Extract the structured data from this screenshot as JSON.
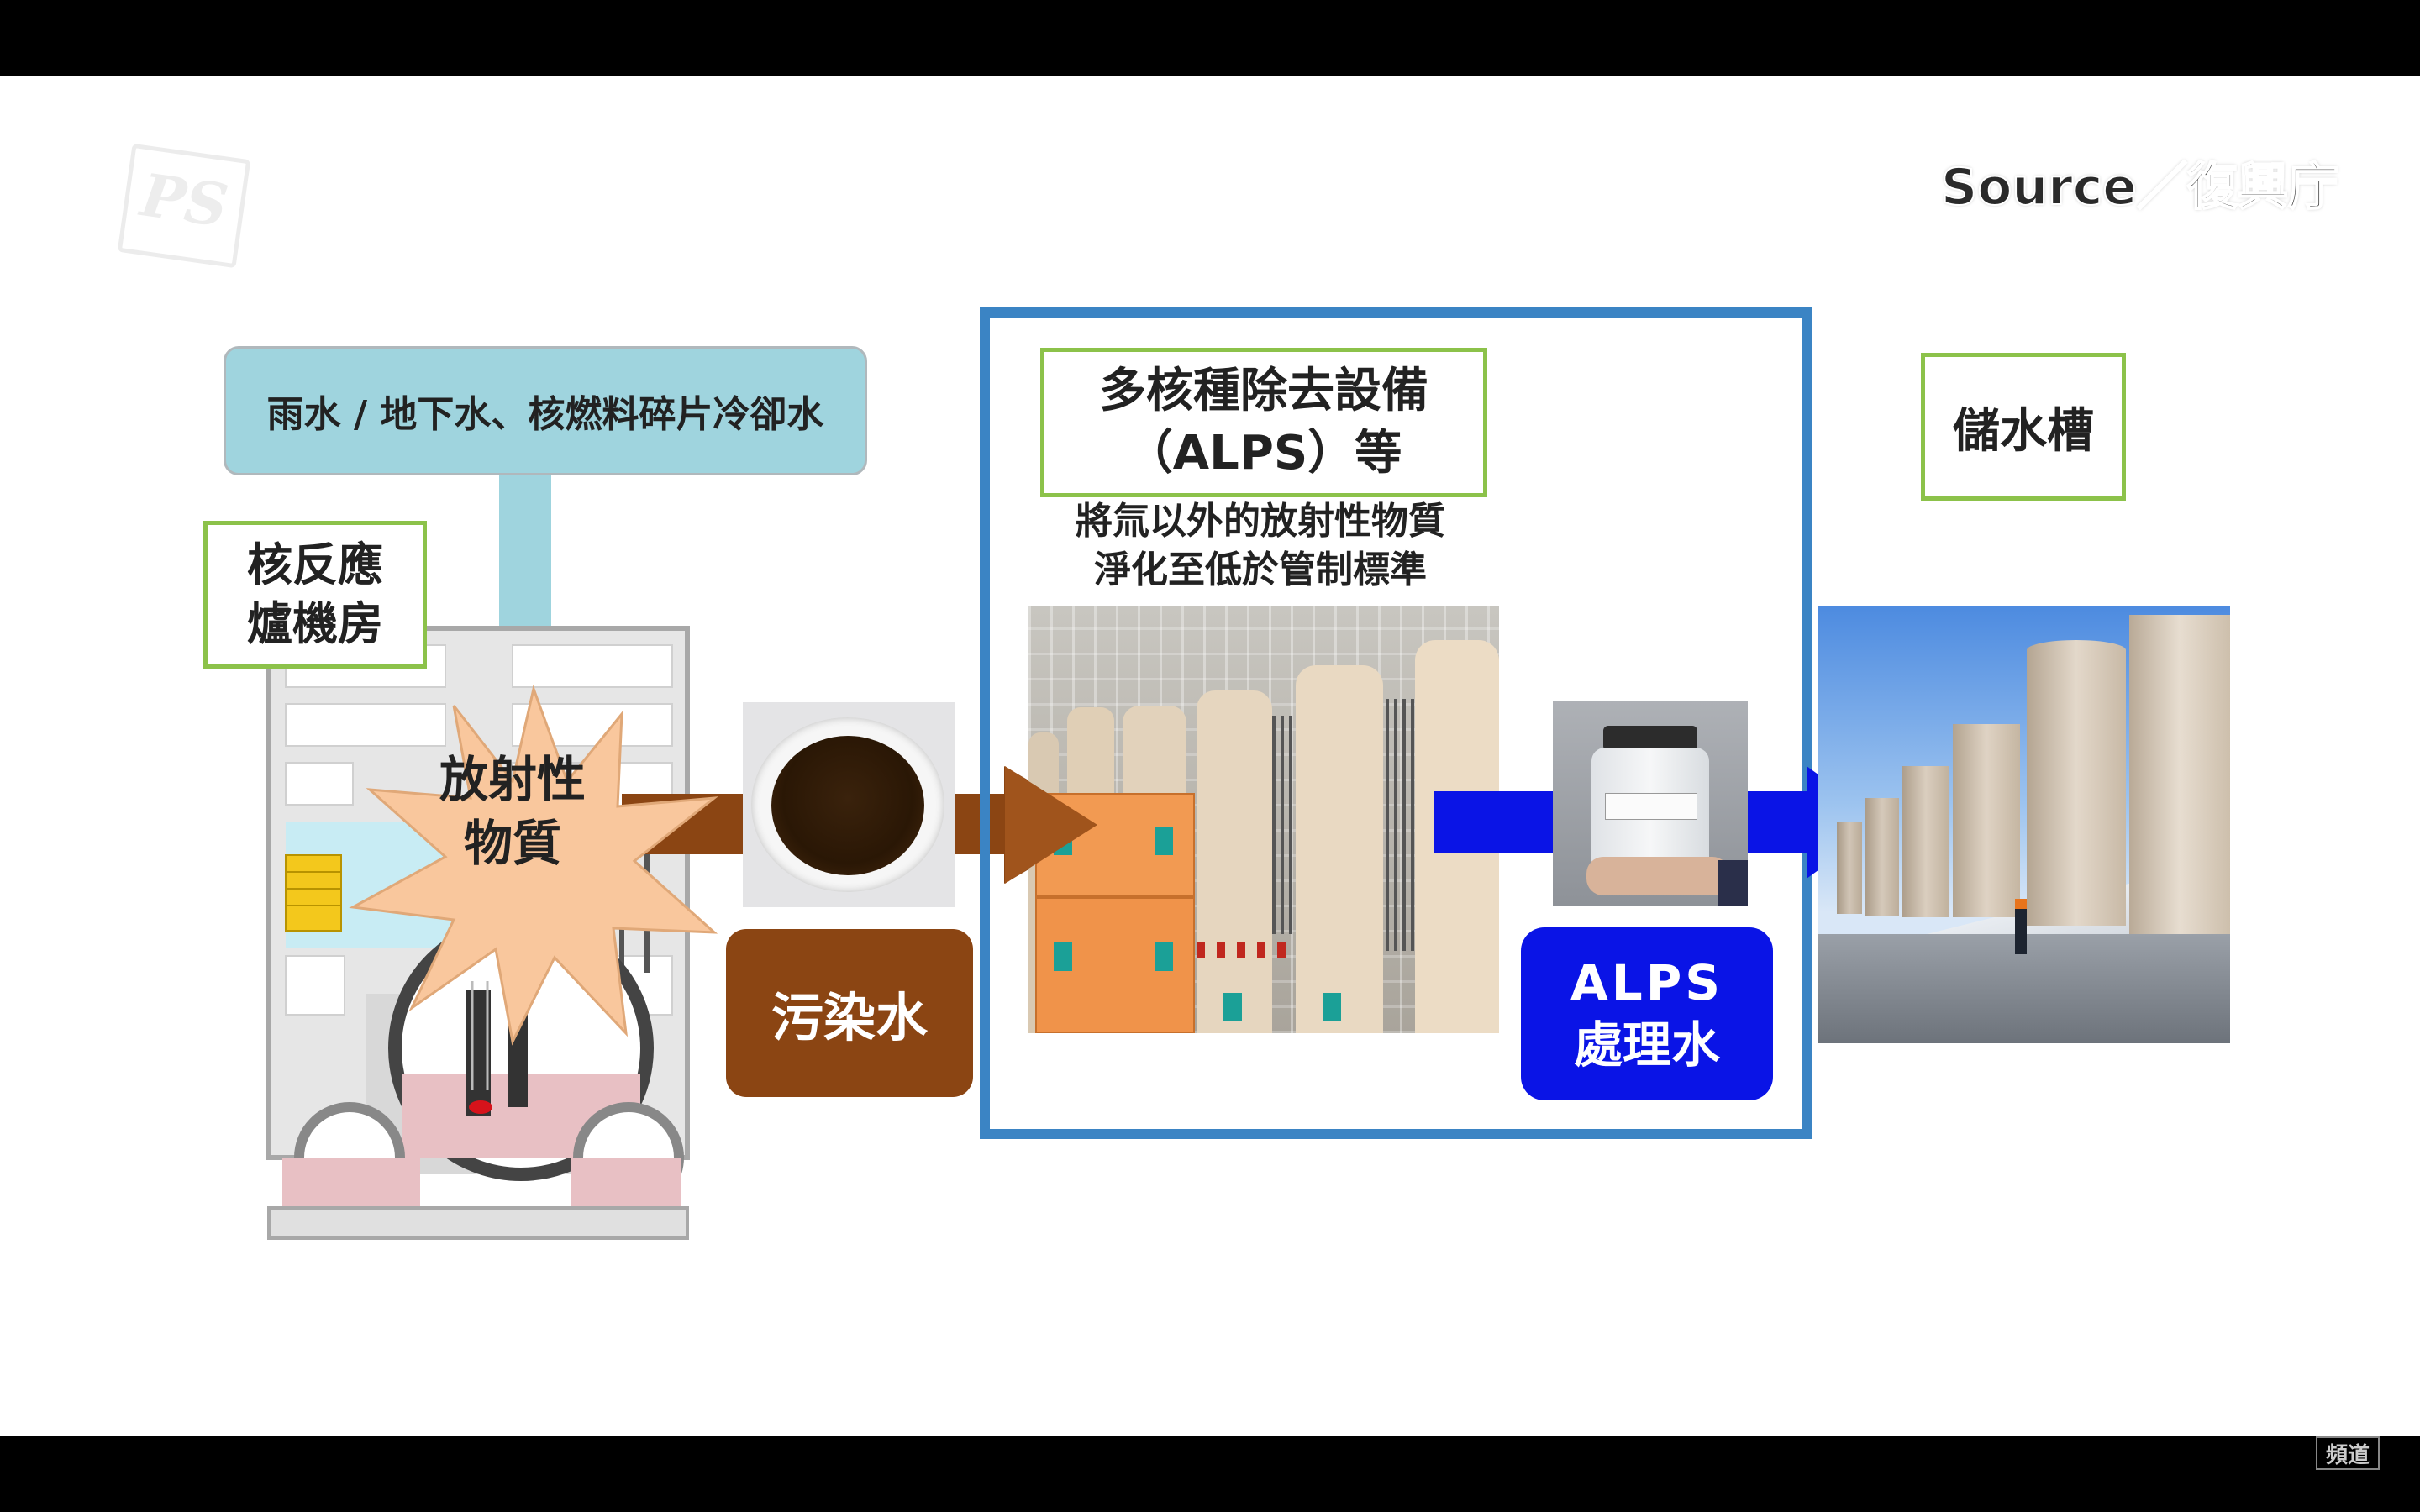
{
  "source_label": "Source／復興庁",
  "corner_logo": "PS",
  "inflow_label": "雨水 / 地下水、核燃料碎片冷卻水",
  "reactor_building": {
    "line1": "核反應",
    "line2": "爐機房"
  },
  "radioactive": {
    "line1": "放射性",
    "line2": "物質"
  },
  "contaminated_water": "污染水",
  "alps": {
    "title_line1": "多核種除去設備",
    "title_line2": "（ALPS）等",
    "desc_line1": "將氚以外的放射性物質",
    "desc_line2": "淨化至低於管制標準"
  },
  "treated_water": {
    "line1": "ALPS",
    "line2": "處理水"
  },
  "storage_tank": "儲水槽",
  "channel_badge": "頻道",
  "colors": {
    "contaminated": "#8b4513",
    "treated": "#0a14e6",
    "frame": "#3b84c4",
    "label_border": "#8cc24a",
    "inflow": "#9fd4de"
  }
}
